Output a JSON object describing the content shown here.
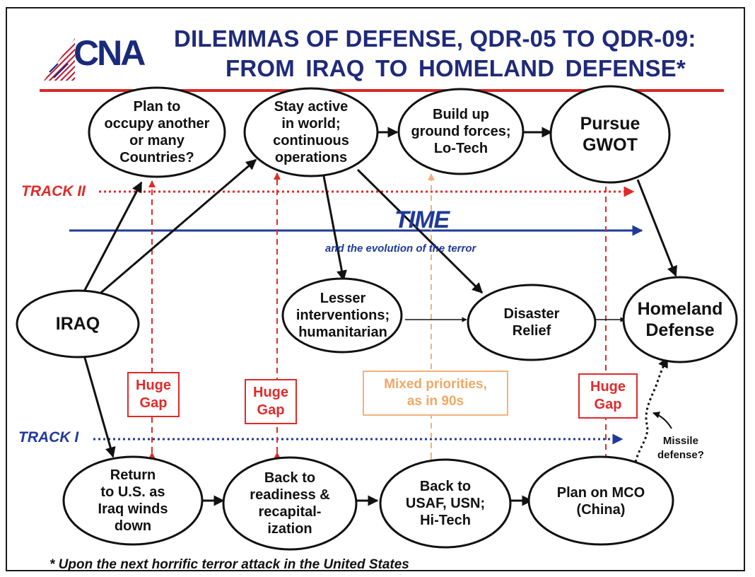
{
  "title": {
    "line1": "DILEMMAS OF DEFENSE, QDR-05 TO QDR-09:",
    "line2": "FROM IRAQ TO HOMELAND DEFENSE*"
  },
  "logo": {
    "text": "CNA"
  },
  "colors": {
    "title": "#1f2a7a",
    "rule": "#d62828",
    "track2": "#e02a2a",
    "track1": "#1f3a9a",
    "orange": "#f0a866"
  },
  "tracks": {
    "track2": "TRACK II",
    "track1": "TRACK I"
  },
  "time": {
    "label": "TIME",
    "subtitle": "and the evolution of the terror"
  },
  "nodes": {
    "iraq": "IRAQ",
    "plan_occupy": "Plan to\noccupy another\nor many\nCountries?",
    "stay_active": "Stay active\nin world;\ncontinuous\noperations",
    "build_ground": "Build up\nground forces;\nLo-Tech",
    "pursue_gwot": "Pursue\nGWOT",
    "lesser_interventions": "Lesser\ninterventions;\nhumanitarian",
    "disaster_relief": "Disaster\nRelief",
    "homeland_defense": "Homeland\nDefense",
    "return_us": "Return\nto U.S. as\nIraq winds\ndown",
    "back_readiness": "Back to\nreadiness &\nrecapital-\nization",
    "back_usaf": "Back to\nUSAF, USN;\nHi-Tech",
    "plan_mco": "Plan on MCO\n(China)"
  },
  "gaps": {
    "gap1": "Huge\nGap",
    "gap2": "Huge\nGap",
    "gap3": "Mixed priorities,\nas in 90s",
    "gap4": "Huge\nGap"
  },
  "missile": "Missile\ndefense?",
  "footnote": "* Upon the next horrific terror attack in the United States"
}
